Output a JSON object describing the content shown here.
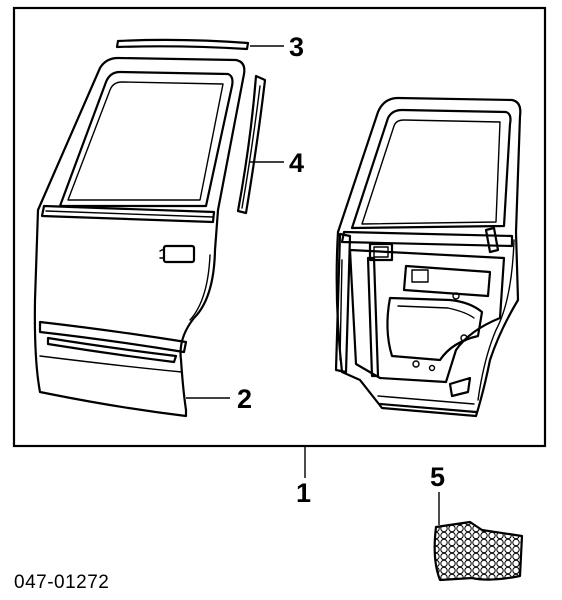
{
  "diagram": {
    "callouts": {
      "part1": "1",
      "part2": "2",
      "part3": "3",
      "part4": "4",
      "part5": "5"
    },
    "diagram_code": "047-01272",
    "colors": {
      "line": "#000000",
      "background": "#ffffff",
      "seal": "#c8c8c8"
    },
    "icons": {
      "outer_door": "door-outer-icon",
      "inner_door": "door-inner-icon",
      "seal_pad": "seal-pad-icon"
    }
  }
}
